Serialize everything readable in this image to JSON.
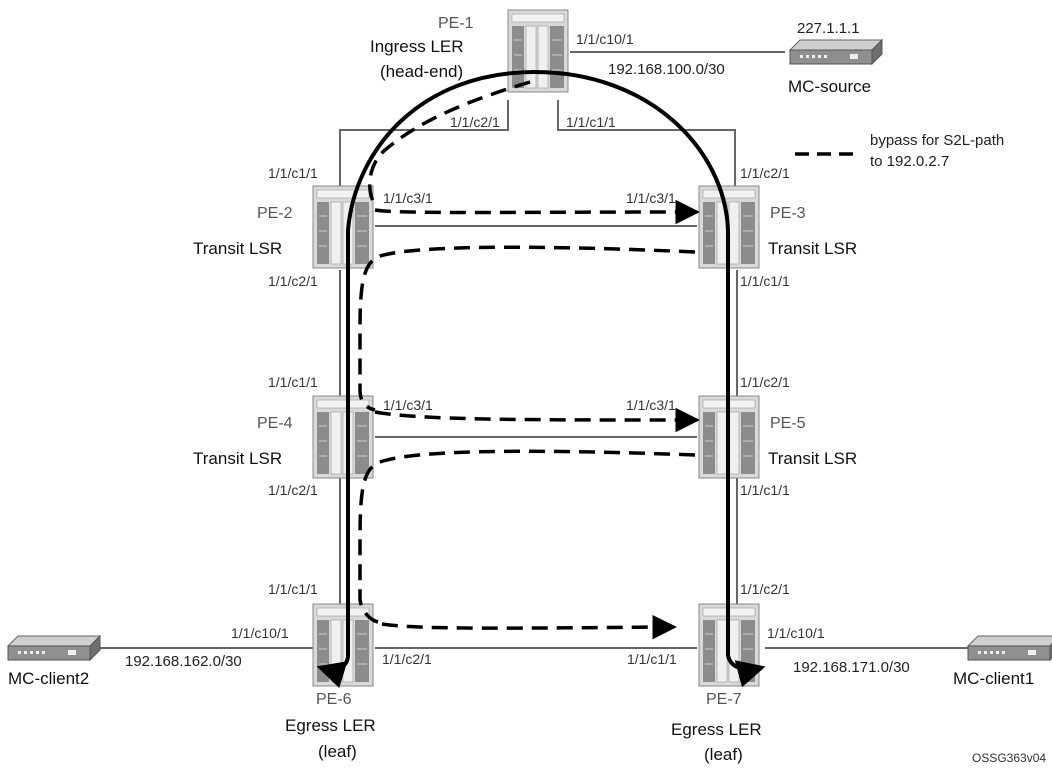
{
  "routers": [
    {
      "id": "pe1",
      "name": "PE-1",
      "role": "Ingress LER",
      "role2": "(head-end)"
    },
    {
      "id": "pe2",
      "name": "PE-2",
      "role": "Transit LSR"
    },
    {
      "id": "pe3",
      "name": "PE-3",
      "role": "Transit LSR"
    },
    {
      "id": "pe4",
      "name": "PE-4",
      "role": "Transit LSR"
    },
    {
      "id": "pe5",
      "name": "PE-5",
      "role": "Transit LSR"
    },
    {
      "id": "pe6",
      "name": "PE-6",
      "role": "Egress LER",
      "role2": "(leaf)"
    },
    {
      "id": "pe7",
      "name": "PE-7",
      "role": "Egress LER",
      "role2": "(leaf)"
    }
  ],
  "hosts": {
    "mc_source": {
      "name": "MC-source",
      "addr": "227.1.1.1"
    },
    "mc_client2": {
      "name": "MC-client2"
    },
    "mc_client1": {
      "name": "MC-client1"
    }
  },
  "subnets": {
    "pe1_source": "192.168.100.0/30",
    "pe6_client2": "192.168.162.0/30",
    "pe7_client1": "192.168.171.0/30"
  },
  "ports": {
    "pe1_c10": "1/1/c10/1",
    "pe1_c2": "1/1/c2/1",
    "pe1_c1": "1/1/c1/1",
    "pe2_c1": "1/1/c1/1",
    "pe2_c3": "1/1/c3/1",
    "pe2_c2": "1/1/c2/1",
    "pe3_c2": "1/1/c2/1",
    "pe3_c3": "1/1/c3/1",
    "pe3_c1": "1/1/c1/1",
    "pe4_c1": "1/1/c1/1",
    "pe4_c3": "1/1/c3/1",
    "pe4_c2": "1/1/c2/1",
    "pe5_c2": "1/1/c2/1",
    "pe5_c3": "1/1/c3/1",
    "pe5_c1": "1/1/c1/1",
    "pe6_c1": "1/1/c1/1",
    "pe6_c10": "1/1/c10/1",
    "pe6_c2": "1/1/c2/1",
    "pe7_c2": "1/1/c2/1",
    "pe7_c1": "1/1/c1/1",
    "pe7_c10": "1/1/c10/1"
  },
  "legend": {
    "line1": "bypass for S2L-path",
    "line2": "to 192.0.2.7"
  },
  "figure_id": "OSSG363v04",
  "colors": {
    "link": "#666666",
    "path": "#000000",
    "router_body": "#d9d9d9",
    "router_dark": "#8c8c8c"
  }
}
